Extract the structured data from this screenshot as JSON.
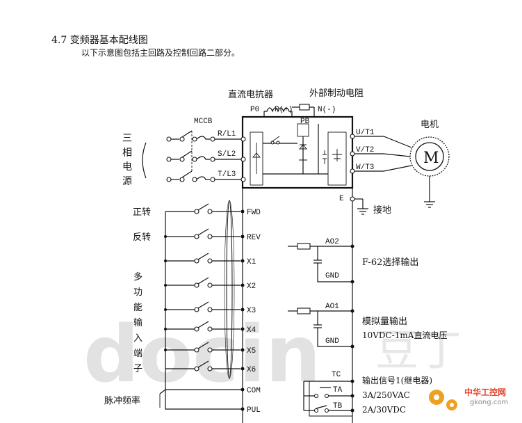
{
  "heading": "4.7 变频器基本配线图",
  "subtitle": "以下示意图包括主回路及控制回路二部分。",
  "top_labels": {
    "reactor": "直流电抗器",
    "brake_resistor": "外部制动电阻",
    "mccb": "MCCB",
    "motor": "电机",
    "motor_symbol": "M"
  },
  "terminals_top": {
    "p0": "P0",
    "p_plus": "P(+)",
    "n_minus": "N(-)",
    "pb": "PB"
  },
  "input_label": [
    "三",
    "相",
    "电",
    "源"
  ],
  "input_terminals": [
    "R/L1",
    "S/L2",
    "T/L3"
  ],
  "output_terminals": [
    "U/T1",
    "V/T2",
    "W/T3"
  ],
  "ground": {
    "terminal": "E",
    "label": "接地"
  },
  "control_terminals": [
    "FWD",
    "REV",
    "X1",
    "X2",
    "X3",
    "X4",
    "X5",
    "X6",
    "COM",
    "PUL"
  ],
  "control_labels": {
    "forward": "正转",
    "reverse": "反转",
    "multi": [
      "多",
      "功",
      "能",
      "输",
      "入",
      "端",
      "子"
    ],
    "pulse": "脉冲频率"
  },
  "analog_outputs": [
    {
      "terminal": "AO2",
      "gnd": "GND",
      "desc": "F-62选择输出"
    },
    {
      "terminal": "AO1",
      "gnd": "GND",
      "desc": "模拟量输出",
      "desc2": "10VDC-1mA直流电压"
    }
  ],
  "relay": {
    "terminals": [
      "TC",
      "TA",
      "TB"
    ],
    "lines": [
      "输出信号1(继电器)",
      "3A/250VAC",
      "2A/30VDC"
    ]
  },
  "watermark": {
    "text": "docin",
    "logo_cn": "豆丁",
    "site_cn": "中华工控网",
    "site_url": "gkong.com"
  }
}
